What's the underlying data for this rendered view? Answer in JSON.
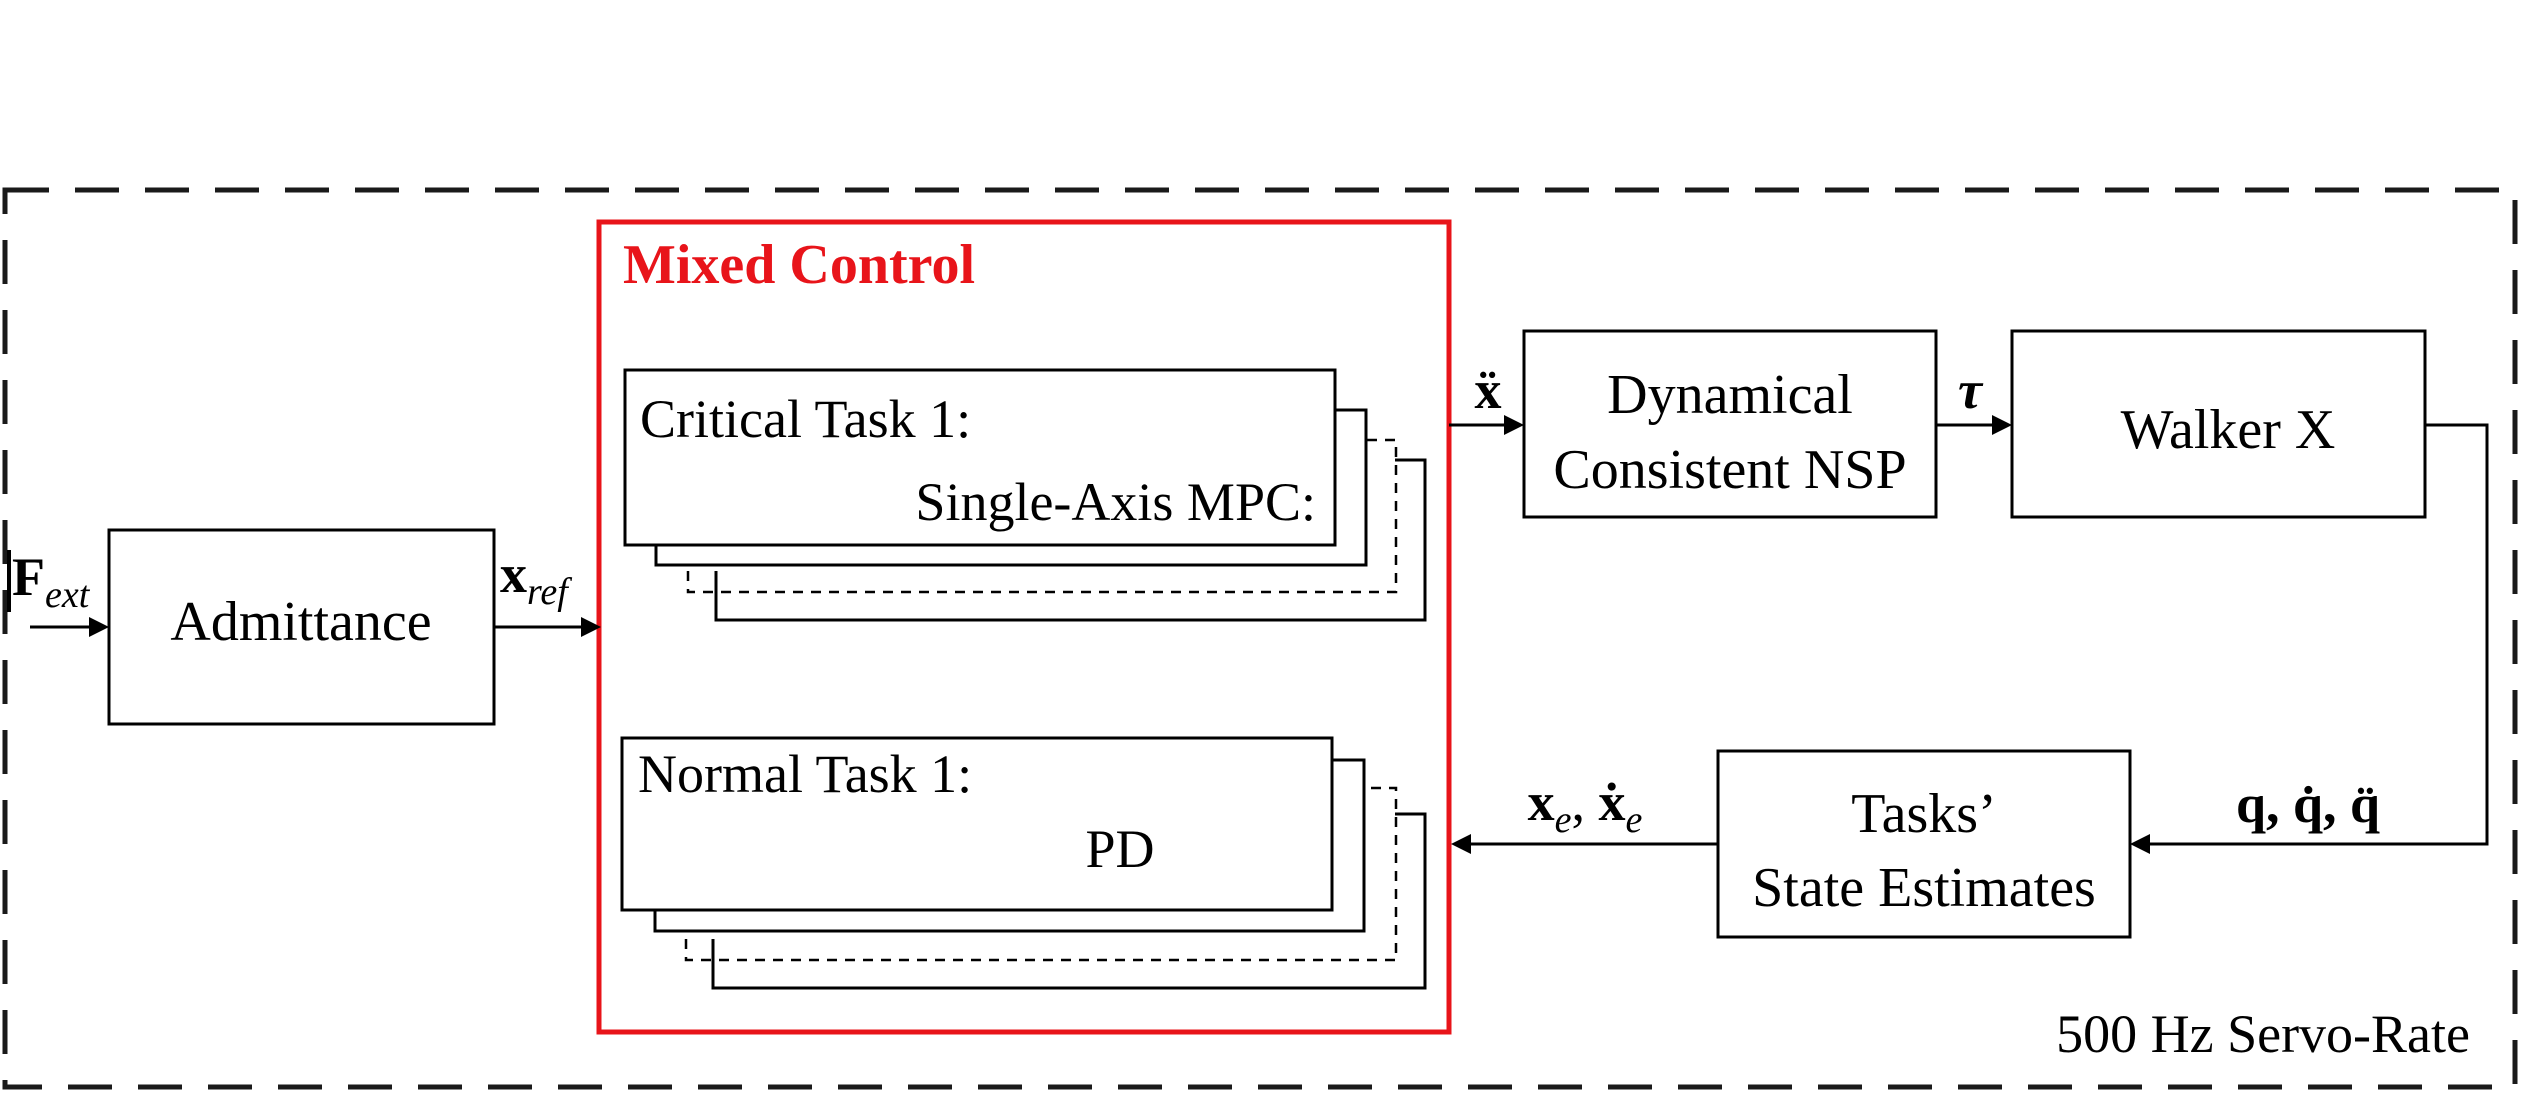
{
  "outer_frame": {
    "label": "500 Hz Servo-Rate"
  },
  "mixed_control": {
    "title": "Mixed Control",
    "color": "#e8141a"
  },
  "blocks": {
    "admittance": "Admittance",
    "critical_task": {
      "line1": "Critical Task 1:",
      "line2": "Single-Axis MPC:"
    },
    "normal_task": {
      "line1": "Normal Task 1:",
      "line2": "PD"
    },
    "nsp": {
      "line1": "Dynamical",
      "line2": "Consistent NSP"
    },
    "walker": "Walker X",
    "estimates": {
      "line1": "Tasks’",
      "line2": "State Estimates"
    }
  },
  "signals": {
    "f_ext": {
      "base": "F",
      "sub": "ext"
    },
    "x_ref": {
      "base": "x",
      "sub": "ref"
    },
    "x_ddot": "ẍ",
    "tau": "τ",
    "q_set": "q, q̇, q̈",
    "x_e": {
      "base": "x",
      "sub": "e",
      "sep": ", ",
      "base2": "ẋ",
      "sub2": "e"
    }
  }
}
